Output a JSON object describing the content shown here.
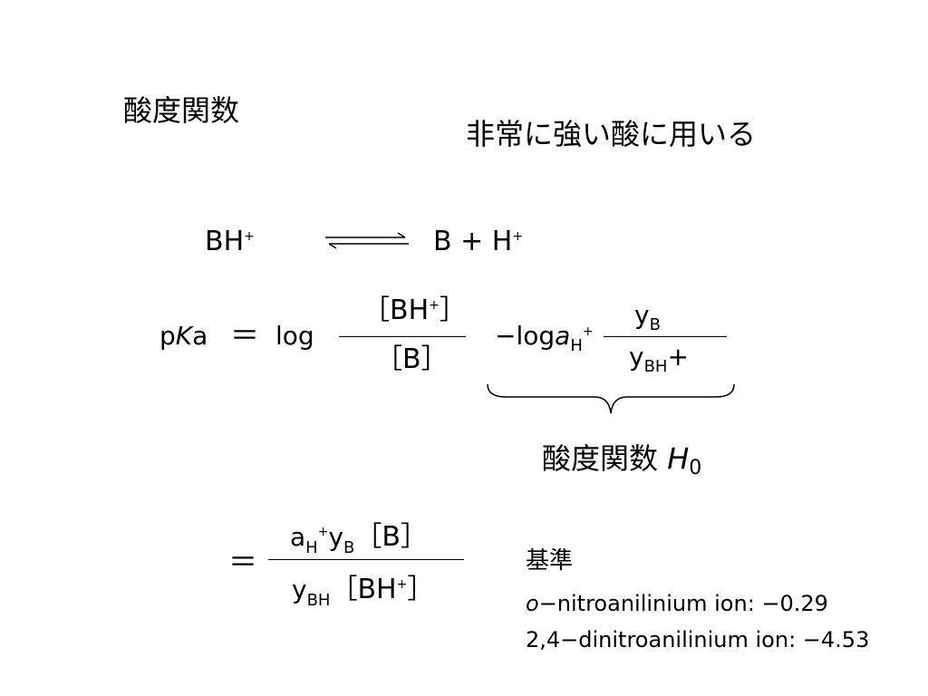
{
  "title": "酸度関数",
  "subtitle": "非常に強い酸に用いる",
  "equilibrium": {
    "left": "BH",
    "left_sup": "+",
    "right": "B + H",
    "right_sup": "+"
  },
  "pka_equation": {
    "p": "p",
    "K": "K",
    "a": "a",
    "equals": "＝",
    "log": "log",
    "frac1_num_open": "［BH",
    "frac1_num_sup": "+",
    "frac1_num_close": "］",
    "frac1_den": "［B］",
    "minus_log": "−log",
    "a_italic": "a",
    "a_sub": "H",
    "a_sup": "+",
    "frac2_num": "y",
    "frac2_num_sub": "B",
    "frac2_den": "y",
    "frac2_den_sub": "BH",
    "frac2_den_sup": "+"
  },
  "acidity_label": {
    "text": "酸度関数",
    "symbol": "H",
    "symbol_sub": "0"
  },
  "second_equation": {
    "equals": "＝",
    "num_a": "a",
    "num_a_sub": "H",
    "num_a_sup": "+",
    "num_y": "y",
    "num_y_sub": "B",
    "num_bracket": "［B］",
    "den_y": "y",
    "den_y_sub": "BH",
    "den_bracket_open": "［BH",
    "den_bracket_sup": "+",
    "den_bracket_close": "］"
  },
  "reference": {
    "heading": "基準",
    "line1_prefix": "o",
    "line1_rest": "−nitroanilinium ion: −0.29",
    "line2": "2,4−dinitroanilinium ion: −4.53"
  }
}
